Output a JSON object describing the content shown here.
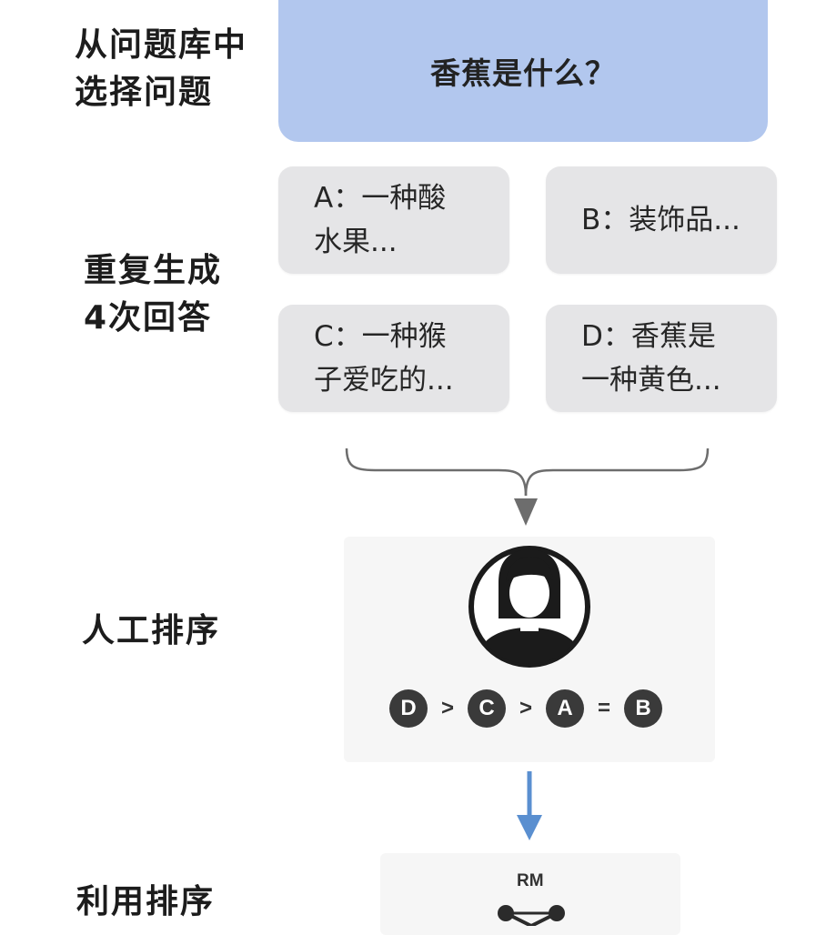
{
  "steps": {
    "select": [
      "从问题库中",
      "选择问题"
    ],
    "generate": [
      "重复生成",
      "4次回答"
    ],
    "rank": "人工排序",
    "use": "利用排序"
  },
  "question": "香蕉是什么？",
  "answers": {
    "a": "A：一种酸水果...",
    "b": "B：装饰品...",
    "c": "C：一种猴子爱吃的...",
    "d": "D：香蕉是一种黄色..."
  },
  "ranking": {
    "items": [
      "D",
      "C",
      "A",
      "B"
    ],
    "separators": [
      ">",
      ">",
      "="
    ]
  },
  "model": {
    "label": "RM"
  },
  "colors": {
    "question_bg": "#b2c7ee",
    "answer_bg": "#e5e5e7",
    "rank_circle": "#3a3a3a",
    "blue_arrow": "#5a8fd0",
    "gray_arrow": "#6d6d6d"
  },
  "icons": {
    "annotator": "person-icon",
    "merge": "merge-brace-icon",
    "arrow_down": "arrow-down-icon",
    "model": "network-icon"
  }
}
